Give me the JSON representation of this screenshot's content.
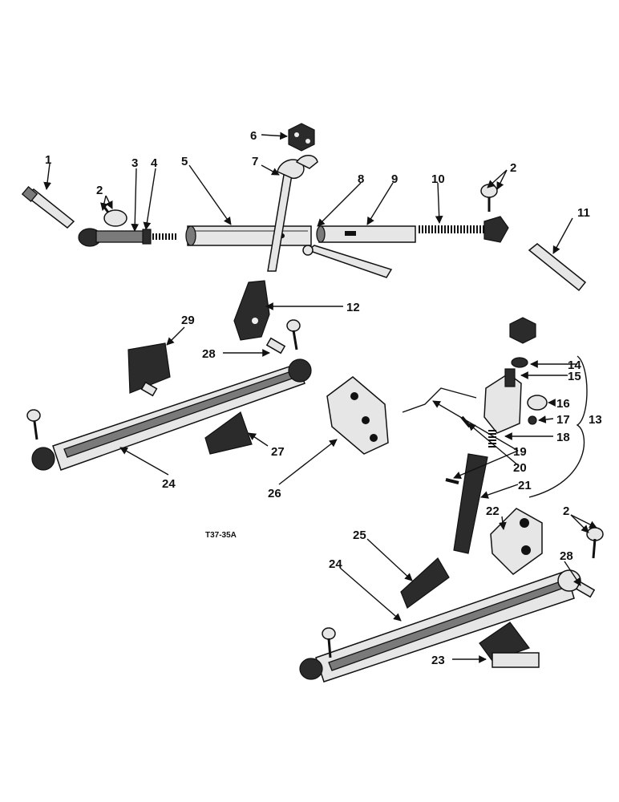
{
  "figure_code": "T37-35A",
  "callouts": [
    "1",
    "2",
    "3",
    "4",
    "5",
    "6",
    "7",
    "8",
    "9",
    "10",
    "11",
    "2",
    "12",
    "29",
    "28",
    "14",
    "15",
    "16",
    "17",
    "13",
    "18",
    "19",
    "20",
    "21",
    "24",
    "27",
    "26",
    "22",
    "2",
    "25",
    "28",
    "24",
    "23"
  ]
}
